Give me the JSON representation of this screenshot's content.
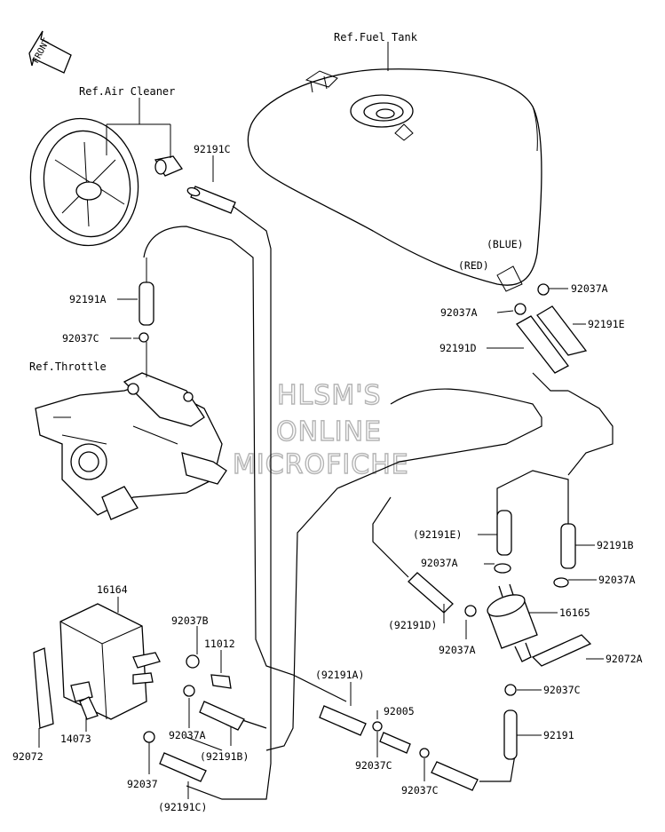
{
  "front_arrow": "FRONT",
  "refs": {
    "fuel_tank": "Ref.Fuel Tank",
    "air_cleaner": "Ref.Air Cleaner",
    "throttle": "Ref.Throttle"
  },
  "color_tags": {
    "blue": "(BLUE)",
    "red": "(RED)"
  },
  "watermark": {
    "line1": "HLSM'S",
    "line2": "ONLINE",
    "line3": "MICROFICHE"
  },
  "parts": {
    "p92191C_top": "92191C",
    "p92037A_r1": "92037A",
    "p92037A_r2": "92037A",
    "p92191E_r": "92191E",
    "p92191D_r": "92191D",
    "p92191A_l": "92191A",
    "p92037C_l": "92037C",
    "p92191E_paren": "(92191E)",
    "p92191B_r": "92191B",
    "p92037A_m1": "92037A",
    "p92037A_m2": "92037A",
    "p16165": "16165",
    "p92191D_paren": "(92191D)",
    "p92037A_m3": "92037A",
    "p92072A": "92072A",
    "p92037C_r": "92037C",
    "p92191": "92191",
    "p16164": "16164",
    "p92037B": "92037B",
    "p11012": "11012",
    "p92037A_b": "92037A",
    "p92191B_paren": "(92191B)",
    "p14073": "14073",
    "p92072": "92072",
    "p92037": "92037",
    "p92191C_paren": "(92191C)",
    "p92191A_paren": "(92191A)",
    "p92005": "92005",
    "p92037C_b1": "92037C",
    "p92037C_b2": "92037C"
  }
}
